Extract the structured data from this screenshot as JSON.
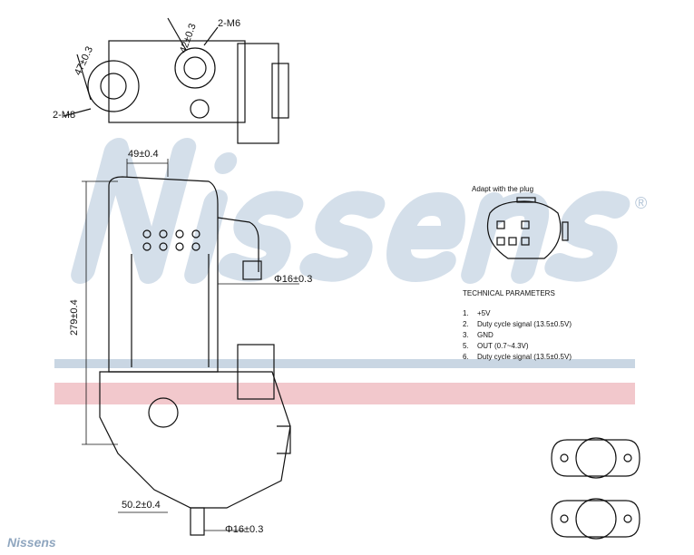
{
  "brand": {
    "name": "Nissens",
    "registered": "®",
    "color": "#c9d6e3",
    "stripe_blue": "#c9d6e3",
    "stripe_red": "#f2c8cc"
  },
  "dimensions": {
    "top_m6": "2-M6",
    "top_42": "42±0.3",
    "top_47": "47±0.3",
    "top_m8": "2-M8",
    "width_49": "49±0.4",
    "pipe_dia_upper": "Φ16±0.3",
    "height_279": "279±0.4",
    "offset_50": "50.2±0.4",
    "pipe_dia_lower": "Φ16±0.3"
  },
  "plug": {
    "title": "Adapt with the plug"
  },
  "technical": {
    "title": "TECHNICAL PARAMETERS",
    "items": [
      {
        "num": "1.",
        "text": "+5V"
      },
      {
        "num": "2.",
        "text": "Duty cycle signal (13.5±0.5V)"
      },
      {
        "num": "3.",
        "text": "GND"
      },
      {
        "num": "5.",
        "text": "OUT (0.7~4.3V)"
      },
      {
        "num": "6.",
        "text": "Duty cycle signal (13.5±0.5V)"
      }
    ]
  }
}
